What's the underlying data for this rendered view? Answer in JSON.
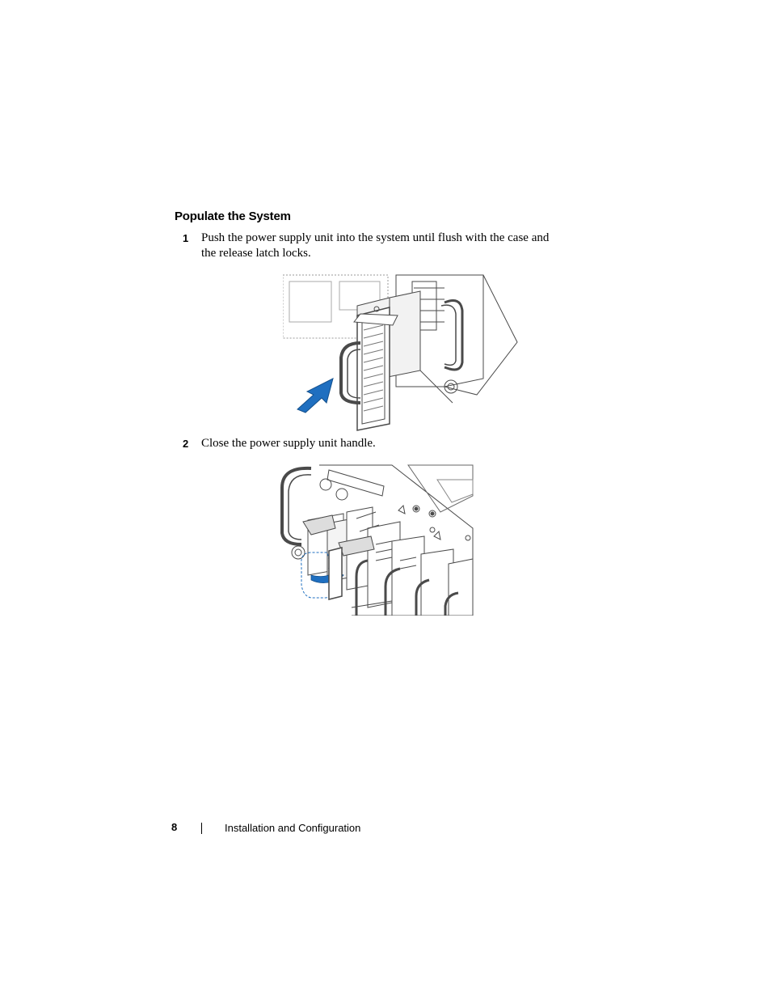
{
  "section": {
    "title": "Populate the System"
  },
  "steps": [
    {
      "number": "1",
      "text_line1": "Push the power supply unit into the system until flush with the case and",
      "text_line2": "the release latch locks."
    },
    {
      "number": "2",
      "text_line1": "Close the power supply unit handle."
    }
  ],
  "figures": {
    "arrow_color": "#1f6fc0",
    "line_color": "#4a4a4a"
  },
  "footer": {
    "page_number": "8",
    "chapter": "Installation and Configuration"
  }
}
